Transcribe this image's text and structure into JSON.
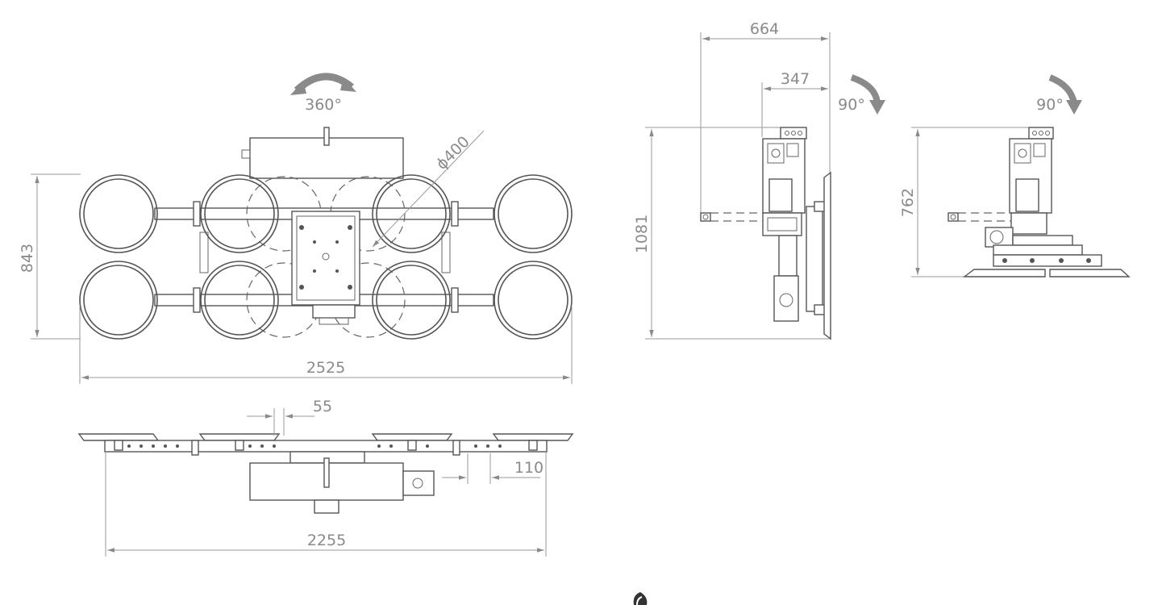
{
  "dimensions": {
    "rotation_top": "360°",
    "diameter": "ϕ400",
    "height_front": "843",
    "width_total": "2525",
    "spacing_small": "55",
    "offset_side": "110",
    "width_frame": "2255",
    "depth_total": "664",
    "depth_partial": "347",
    "height_side": "1081",
    "tilt_left": "90°",
    "tilt_right": "90°",
    "height_right": "762"
  },
  "colors": {
    "line": "#555555",
    "dimension": "#8a8a8a",
    "arrow": "#8a8a8a"
  }
}
